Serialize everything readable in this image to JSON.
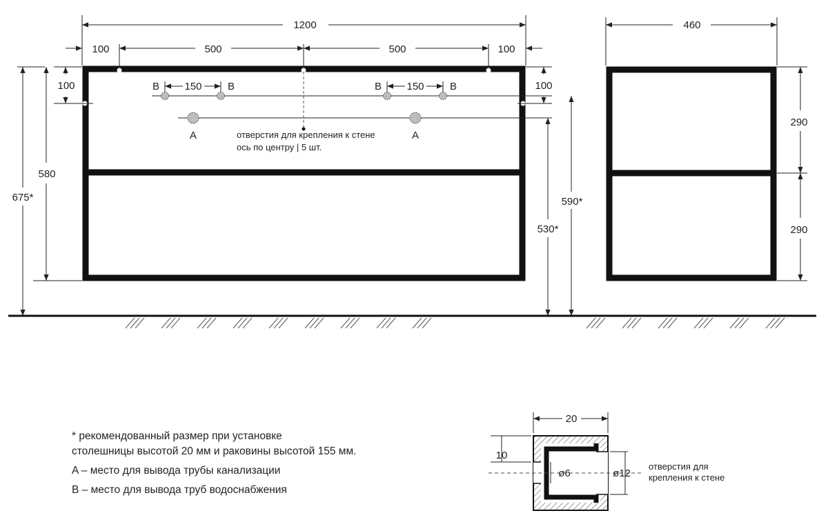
{
  "front_view": {
    "overall_width": "1200",
    "segments": [
      "100",
      "500",
      "500",
      "100"
    ],
    "hole_offset_left": "100",
    "hole_offset_right": "100",
    "b_spacing_left": "150",
    "b_spacing_right": "150",
    "height_580": "580",
    "height_675": "675*",
    "height_590": "590*",
    "height_530": "530*",
    "label_a": "A",
    "label_b": "B",
    "hole_note_line1": "отверстия для крепления к стене",
    "hole_note_line2": "ось по центру  |  5 шт."
  },
  "side_view": {
    "depth": "460",
    "upper_height": "290",
    "lower_height": "290"
  },
  "profile_detail": {
    "width": "20",
    "offset": "10",
    "inner_hole": "ø6",
    "outer_hole": "ø12",
    "note_line1": "отверстия для",
    "note_line2": "крепления к стене"
  },
  "notes": {
    "asterisk_line1": "* рекомендованный размер при установке",
    "asterisk_line2": "столешницы высотой 20 мм и раковины высотой 155 мм.",
    "legend_a": "A – место для вывода трубы канализации",
    "legend_b": "B – место для вывода труб водоснабжения"
  },
  "colors": {
    "line": "#222222",
    "frame": "#111111",
    "hole_fill": "#bdbdbd"
  }
}
